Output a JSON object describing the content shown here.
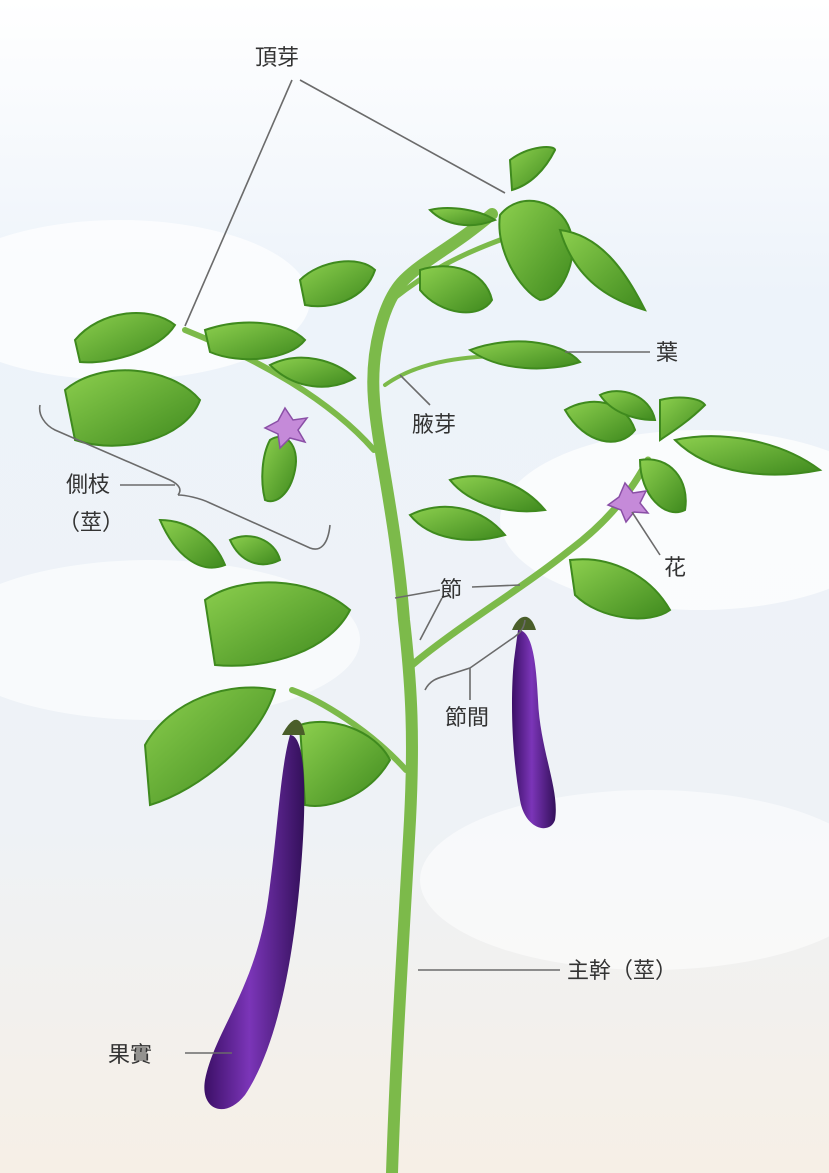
{
  "labels": {
    "terminal_bud": "頂芽",
    "leaf": "葉",
    "axillary_bud": "腋芽",
    "lateral_branch": "側枝",
    "lateral_branch_note": "（莖）",
    "flower": "花",
    "node": "節",
    "internode": "節間",
    "main_stem": "主幹（莖）",
    "fruit": "果實"
  },
  "colors": {
    "sky_top": "#eef4fb",
    "sky_bottom": "#f7f2ec",
    "stem": "#7cba4a",
    "leaf": "#5aaa2e",
    "leaf_dark": "#3f8a1e",
    "fruit": "#5a1f8f",
    "flower": "#c58ad9",
    "line": "#6b6b6b"
  }
}
